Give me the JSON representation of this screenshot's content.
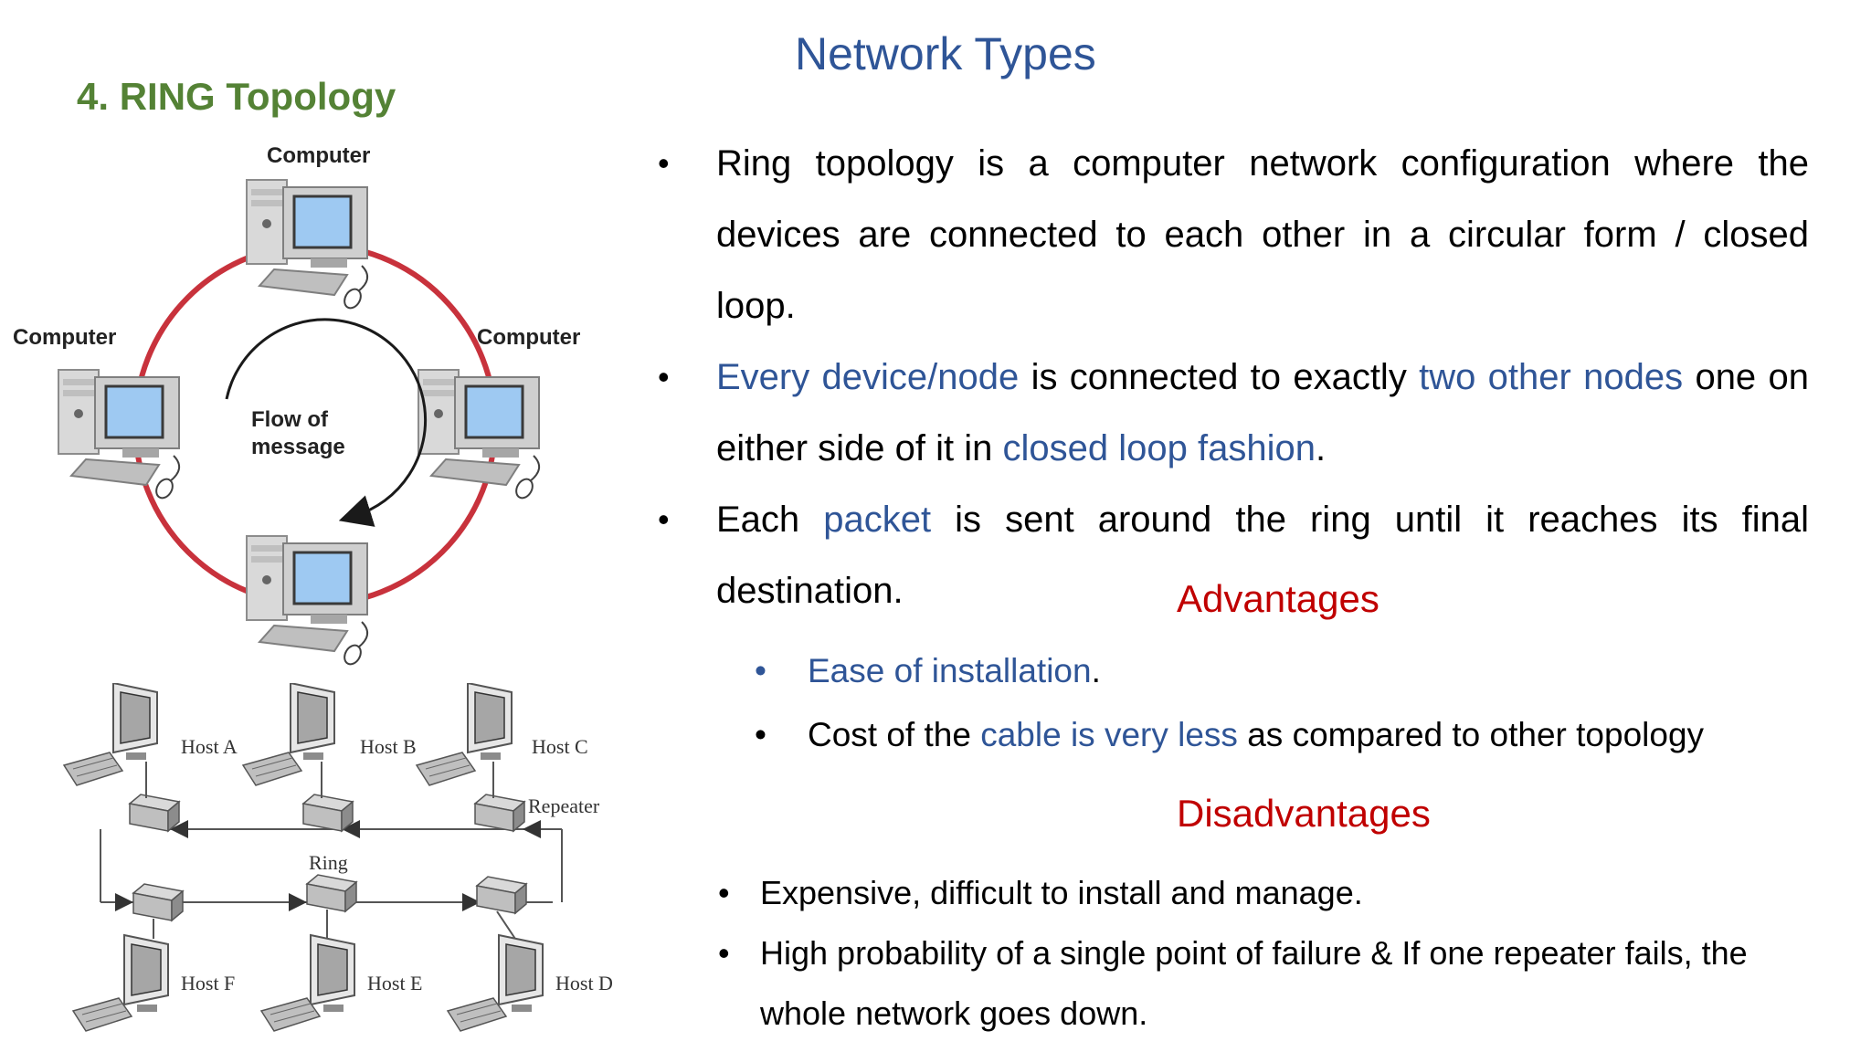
{
  "title": "Network Types",
  "section_title": "4. RING Topology",
  "ring_diagram": {
    "node_label": "Computer",
    "flow_label_line1": "Flow of",
    "flow_label_line2": "message",
    "colors": {
      "ring": "#c8323c",
      "screen": "#9ec9f2"
    }
  },
  "bus_diagram": {
    "hosts": [
      "Host A",
      "Host B",
      "Host C",
      "Host D",
      "Host E",
      "Host F"
    ],
    "repeater_label": "Repeater",
    "ring_label": "Ring"
  },
  "bullets": {
    "b1": "Ring topology is a computer network configuration where the devices are connected to each other in a circular form / closed loop.",
    "b2_hl1": "Every device/node",
    "b2_t1": " is connected to exactly ",
    "b2_hl2": "two other nodes",
    "b2_t2": " one on either side of it in ",
    "b2_hl3": "closed loop fashion",
    "b2_t3": ".",
    "b3_t1": "Each ",
    "b3_hl1": "packet",
    "b3_t2": " is sent around the ring until it reaches its final destination."
  },
  "advantages": {
    "heading": "Advantages",
    "item1_hl": "Ease of installation",
    "item1_t": ".",
    "item2_t1": "Cost of the ",
    "item2_hl": "cable is very less",
    "item2_t2": " as compared to other topology"
  },
  "disadvantages": {
    "heading": "Disadvantages",
    "item1": "Expensive, difficult to install and manage.",
    "item2": "High probability of a single point of failure & If one repeater fails, the whole network goes down."
  },
  "colors": {
    "title": "#2f5597",
    "section_title": "#548235",
    "highlight": "#2f5597",
    "heading_red": "#c00000"
  }
}
